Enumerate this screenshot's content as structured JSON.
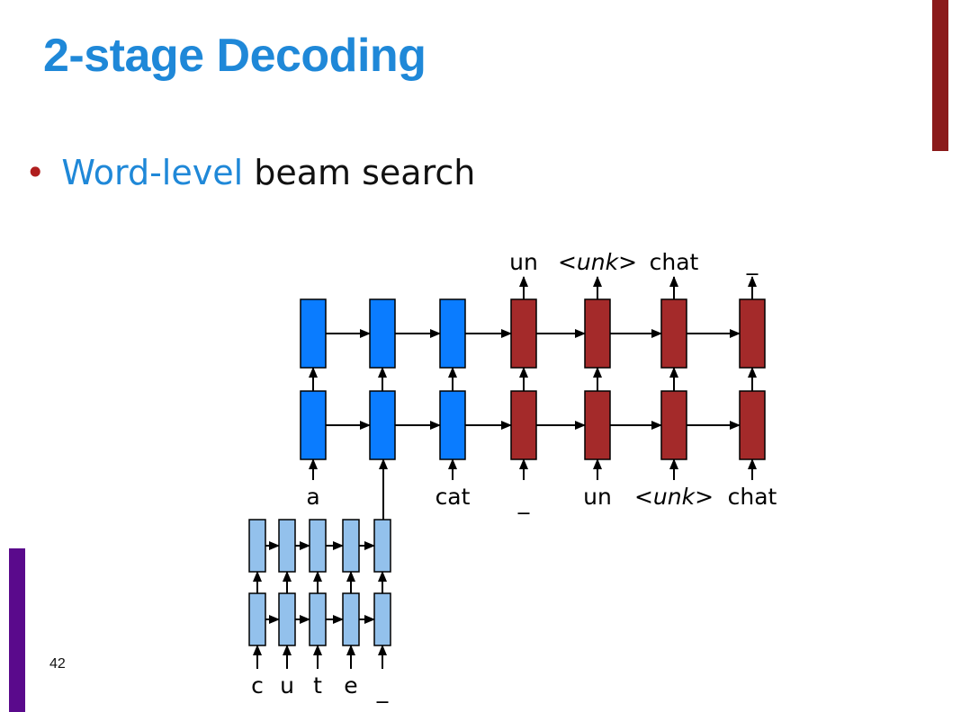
{
  "slide": {
    "title": "2-stage Decoding",
    "bullet": {
      "highlight": "Word-level",
      "rest": " beam search"
    },
    "page_number": "42"
  },
  "diagram": {
    "top_labels": [
      "un",
      "<unk>",
      "chat",
      "_"
    ],
    "word_input_labels": [
      "a",
      "cat",
      "_",
      "un",
      "<unk>",
      "chat"
    ],
    "char_input_labels": [
      "c",
      "u",
      "t",
      "e",
      "_"
    ],
    "colors": {
      "word_cell": "#0a7cff",
      "decoder_cell": "#a42a2a",
      "char_cell": "#93c1ec"
    }
  }
}
